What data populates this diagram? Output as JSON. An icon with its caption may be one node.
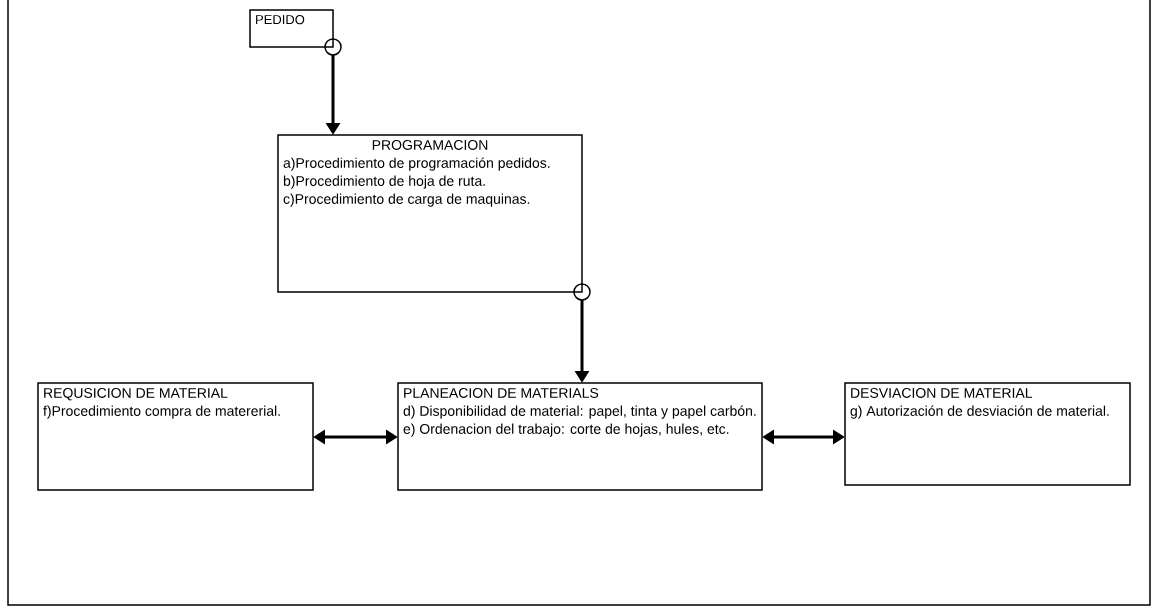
{
  "diagram": {
    "nodes": [
      {
        "text": [
          "PEDIDO"
        ]
      },
      {
        "text": [
          "PROGRAMACION",
          "a)Procedimiento de programación pedidos.",
          "b)Procedimiento de hoja de ruta.",
          "c)Procedimiento de carga de maquinas."
        ]
      },
      {
        "text": [
          "REQUSICION DE MATERIAL",
          "f)Procedimiento compra de matererial."
        ]
      },
      {
        "text": [
          "PLANEACION DE MATERIALS",
          "d) Disponibilidad de material: papel, tinta y papel carbón.",
          "e) Ordenacion del trabajo: corte de hojas, hules, etc."
        ]
      },
      {
        "text": [
          "DESVIACION DE MATERIAL",
          "g) Autorización de desviación de material."
        ]
      }
    ],
    "edges": [
      {
        "from": 0,
        "to": 1,
        "arrow": "to"
      },
      {
        "from": 1,
        "to": 3,
        "arrow": "to"
      },
      {
        "from": 2,
        "to": 3,
        "arrow": "both"
      },
      {
        "from": 3,
        "to": 4,
        "arrow": "both"
      }
    ]
  }
}
